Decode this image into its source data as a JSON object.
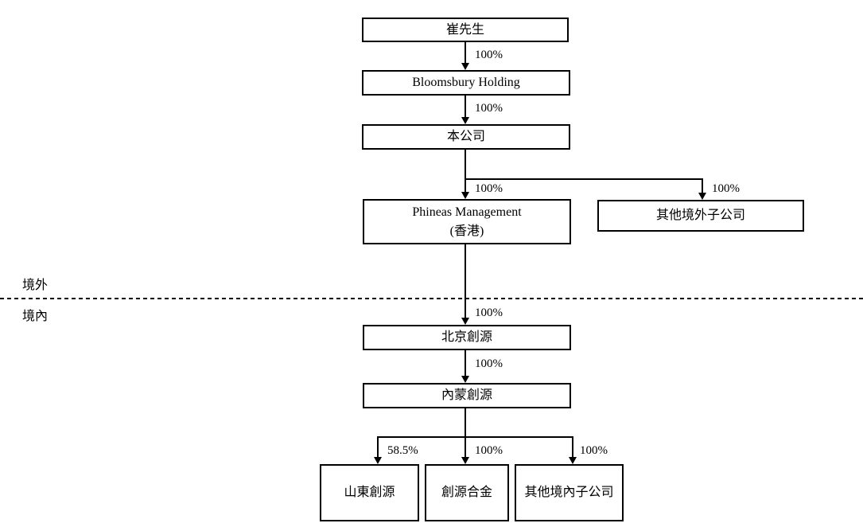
{
  "diagram": {
    "title": "corporate-structure-chart",
    "region_labels": {
      "offshore": "境外",
      "onshore": "境內"
    },
    "nodes": {
      "mr_cui": {
        "label": "崔先生"
      },
      "bloomsbury": {
        "label": "Bloomsbury Holding"
      },
      "company": {
        "label": "本公司"
      },
      "phineas": {
        "label": "Phineas Management",
        "label2": "(香港)"
      },
      "other_offshore": {
        "label": "其他境外子公司"
      },
      "beijing": {
        "label": "北京創源"
      },
      "neimeng": {
        "label": "內蒙創源"
      },
      "shandong": {
        "label": "山東創源"
      },
      "alloy": {
        "label": "創源合金"
      },
      "other_onshore": {
        "label": "其他境內子公司"
      }
    },
    "edges": {
      "cui_to_bloomsbury": "100%",
      "bloomsbury_to_company": "100%",
      "company_to_phineas": "100%",
      "company_to_other_offshore": "100%",
      "phineas_to_beijing": "100%",
      "beijing_to_neimeng": "100%",
      "neimeng_to_shandong": "58.5%",
      "neimeng_to_alloy": "100%",
      "neimeng_to_other_onshore": "100%"
    },
    "colors": {
      "line": "#000000",
      "background": "#ffffff",
      "text": "#000000"
    }
  }
}
